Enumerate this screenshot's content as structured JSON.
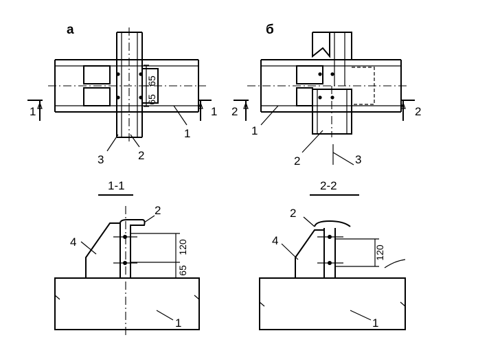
{
  "views": {
    "a": {
      "letter": "а",
      "section_mark": "1",
      "callouts": [
        "1",
        "2",
        "3"
      ],
      "dims": [
        "65",
        "65"
      ]
    },
    "b": {
      "letter": "б",
      "section_mark": "2",
      "callouts": [
        "1",
        "2",
        "3"
      ]
    }
  },
  "sections": {
    "s1": {
      "title": "1-1",
      "callouts": [
        "1",
        "2",
        "4"
      ],
      "dims": [
        "120",
        "65"
      ]
    },
    "s2": {
      "title": "2-2",
      "callouts": [
        "1",
        "2",
        "4"
      ],
      "dims": [
        "120"
      ]
    }
  }
}
